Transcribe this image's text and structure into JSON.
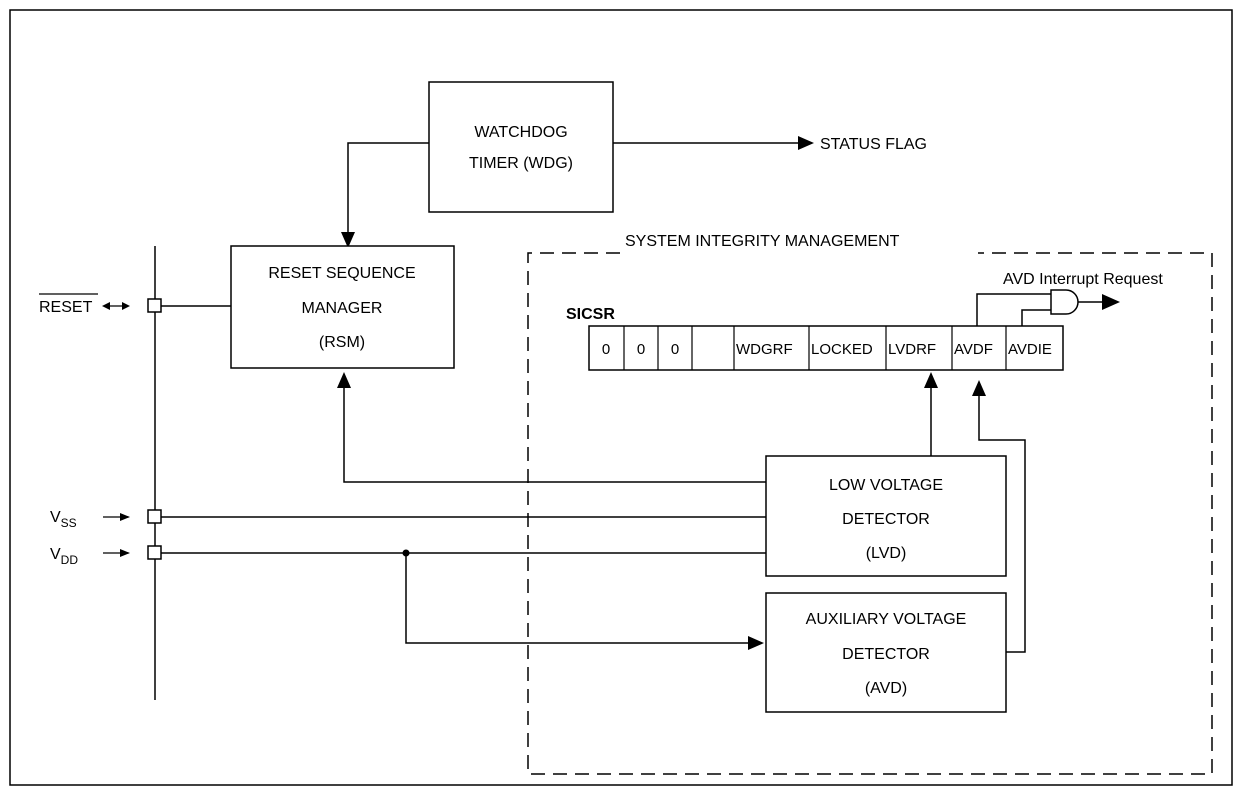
{
  "blocks": {
    "watchdog": {
      "line1": "WATCHDOG",
      "line2": "TIMER (WDG)"
    },
    "rsm": {
      "line1": "RESET SEQUENCE",
      "line2": "MANAGER",
      "line3": "(RSM)"
    },
    "lvd": {
      "line1": "LOW VOLTAGE",
      "line2": "DETECTOR",
      "line3": "(LVD)"
    },
    "avd": {
      "line1": "AUXILIARY VOLTAGE",
      "line2": "DETECTOR",
      "line3": "(AVD)"
    }
  },
  "labels": {
    "status_flag": "STATUS FLAG",
    "sim_title": "SYSTEM INTEGRITY MANAGEMENT",
    "avd_interrupt": "AVD Interrupt Request",
    "register_name": "SICSR"
  },
  "pins": {
    "reset": "RESET",
    "vss_main": "V",
    "vss_sub": "SS",
    "vdd_main": "V",
    "vdd_sub": "DD"
  },
  "register_bits": [
    "0",
    "0",
    "0",
    "WDGRF",
    "LOCKED",
    "LVDRF",
    "AVDF",
    "AVDIE"
  ]
}
